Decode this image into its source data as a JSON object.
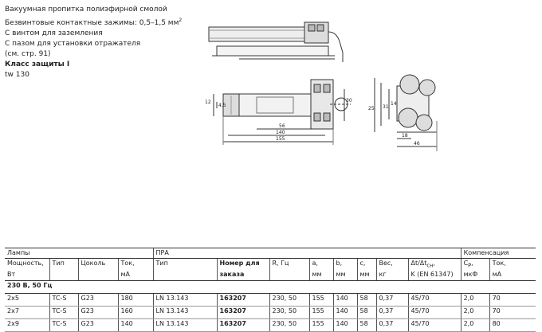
{
  "notes": {
    "line1": "Вакуумная пропитка полиэфирной смолой",
    "line2": "Безвинтовые контактные зажимы: 0,5–1,5 мм",
    "line2_sup": "2",
    "line3": "С винтом для заземления",
    "line4": "С пазом для установки отражателя",
    "line5": "(см. стр. 91)",
    "line6": "Класс защиты I",
    "line7": "tw 130"
  },
  "drawing": {
    "dims": {
      "d12": "12",
      "d4_5": "4,5",
      "d56": "56",
      "d140": "140",
      "d155": "155",
      "d30": "30",
      "d25": "25",
      "d31": "31",
      "d14": "14",
      "d18": "18",
      "d46": "46"
    }
  },
  "table": {
    "groups": {
      "lamps": "Лампы",
      "ballast": "ПРА",
      "comp": "Компенсация"
    },
    "headers": [
      "Мощность,",
      "Тип",
      "Цоколь",
      "Ток,",
      "Тип",
      "Номер для",
      "R, Гц",
      "a,",
      "b,",
      "c,",
      "Вес,",
      "Δt/Δt",
      "C",
      "Ток,"
    ],
    "subs": {
      "dt": "сн",
      "cp": "P",
      "dt2": ",",
      "cp2": ","
    },
    "units": [
      "Вт",
      "",
      "",
      "мА",
      "",
      "заказа",
      "",
      "мм",
      "мм",
      "мм",
      "кг",
      "K (EN 61347)",
      "мкФ",
      "мА"
    ],
    "section": "230 В, 50 Гц",
    "rows": [
      [
        "2x5",
        "TC-S",
        "G23",
        "180",
        "LN 13.143",
        "163207",
        "230, 50",
        "155",
        "140",
        "58",
        "0,37",
        "45/70",
        "2,0",
        "70"
      ],
      [
        "2x7",
        "TC-S",
        "G23",
        "160",
        "LN 13.143",
        "163207",
        "230, 50",
        "155",
        "140",
        "58",
        "0,37",
        "45/70",
        "2,0",
        "70"
      ],
      [
        "2x9",
        "TC-S",
        "G23",
        "140",
        "LN 13.143",
        "163207",
        "230, 50",
        "155",
        "140",
        "58",
        "0,37",
        "45/70",
        "2,0",
        "80"
      ]
    ]
  }
}
